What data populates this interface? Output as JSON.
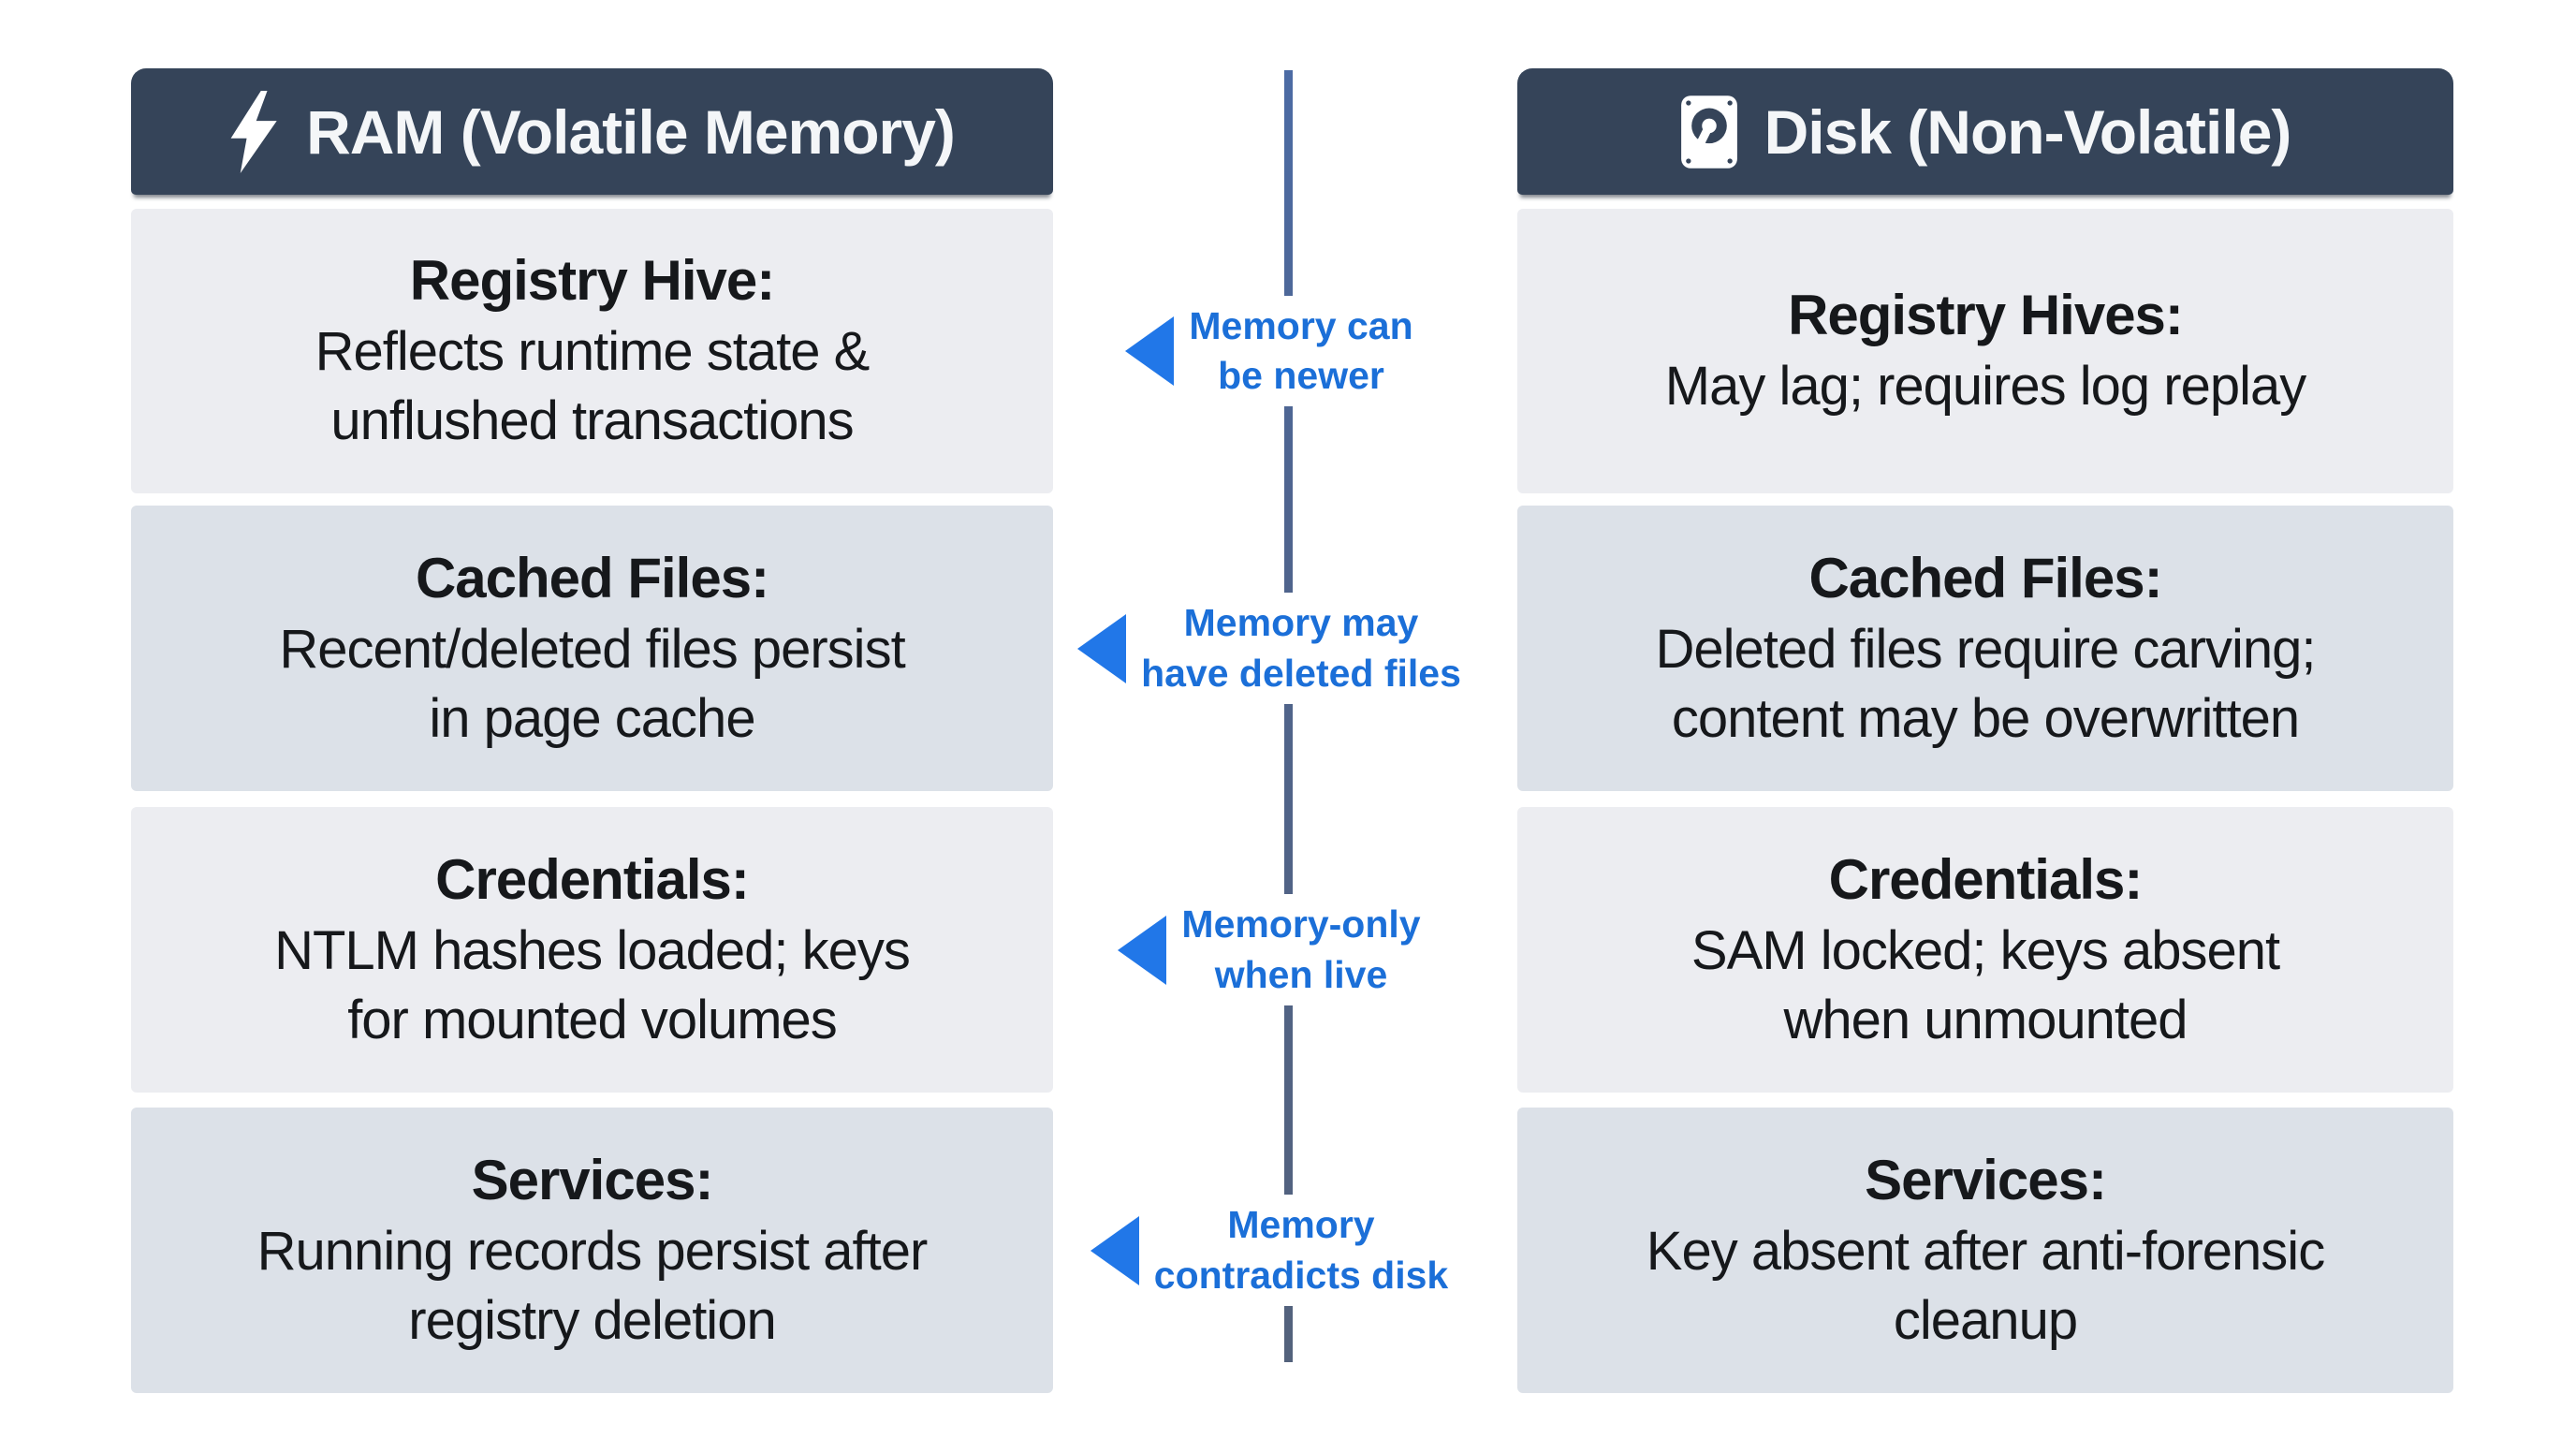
{
  "colors": {
    "header_bg": "#354459",
    "row_light": "#ecedf1",
    "row_dark": "#dce1e8",
    "annotation_blue": "#1b6fd8",
    "arrow_blue": "#2177e8",
    "divider_slate": "#4f648e"
  },
  "headers": {
    "ram": {
      "icon": "lightning-icon",
      "label": "RAM (Volatile Memory)"
    },
    "disk": {
      "icon": "hard-disk-icon",
      "label": "Disk (Non-Volatile)"
    }
  },
  "rows": [
    {
      "ram": {
        "title": "Registry Hive:",
        "lines": [
          "Reflects runtime state &",
          "unflushed transactions"
        ]
      },
      "disk": {
        "title": "Registry Hives:",
        "lines": [
          "May lag; requires log replay"
        ]
      },
      "annotation": [
        "Memory can",
        "be newer"
      ]
    },
    {
      "ram": {
        "title": "Cached Files:",
        "lines": [
          "Recent/deleted files persist",
          "in page cache"
        ]
      },
      "disk": {
        "title": "Cached Files:",
        "lines": [
          "Deleted files require carving;",
          "content may be overwritten"
        ]
      },
      "annotation": [
        "Memory may",
        "have deleted files"
      ]
    },
    {
      "ram": {
        "title": "Credentials:",
        "lines": [
          "NTLM hashes loaded; keys",
          "for mounted volumes"
        ]
      },
      "disk": {
        "title": "Credentials:",
        "lines": [
          "SAM locked; keys absent",
          "when unmounted"
        ]
      },
      "annotation": [
        "Memory-only",
        "when live"
      ]
    },
    {
      "ram": {
        "title": "Services:",
        "lines": [
          "Running records persist after",
          "registry deletion"
        ]
      },
      "disk": {
        "title": "Services:",
        "lines": [
          "Key absent after anti-forensic",
          "cleanup"
        ]
      },
      "annotation": [
        "Memory",
        "contradicts disk"
      ]
    }
  ]
}
